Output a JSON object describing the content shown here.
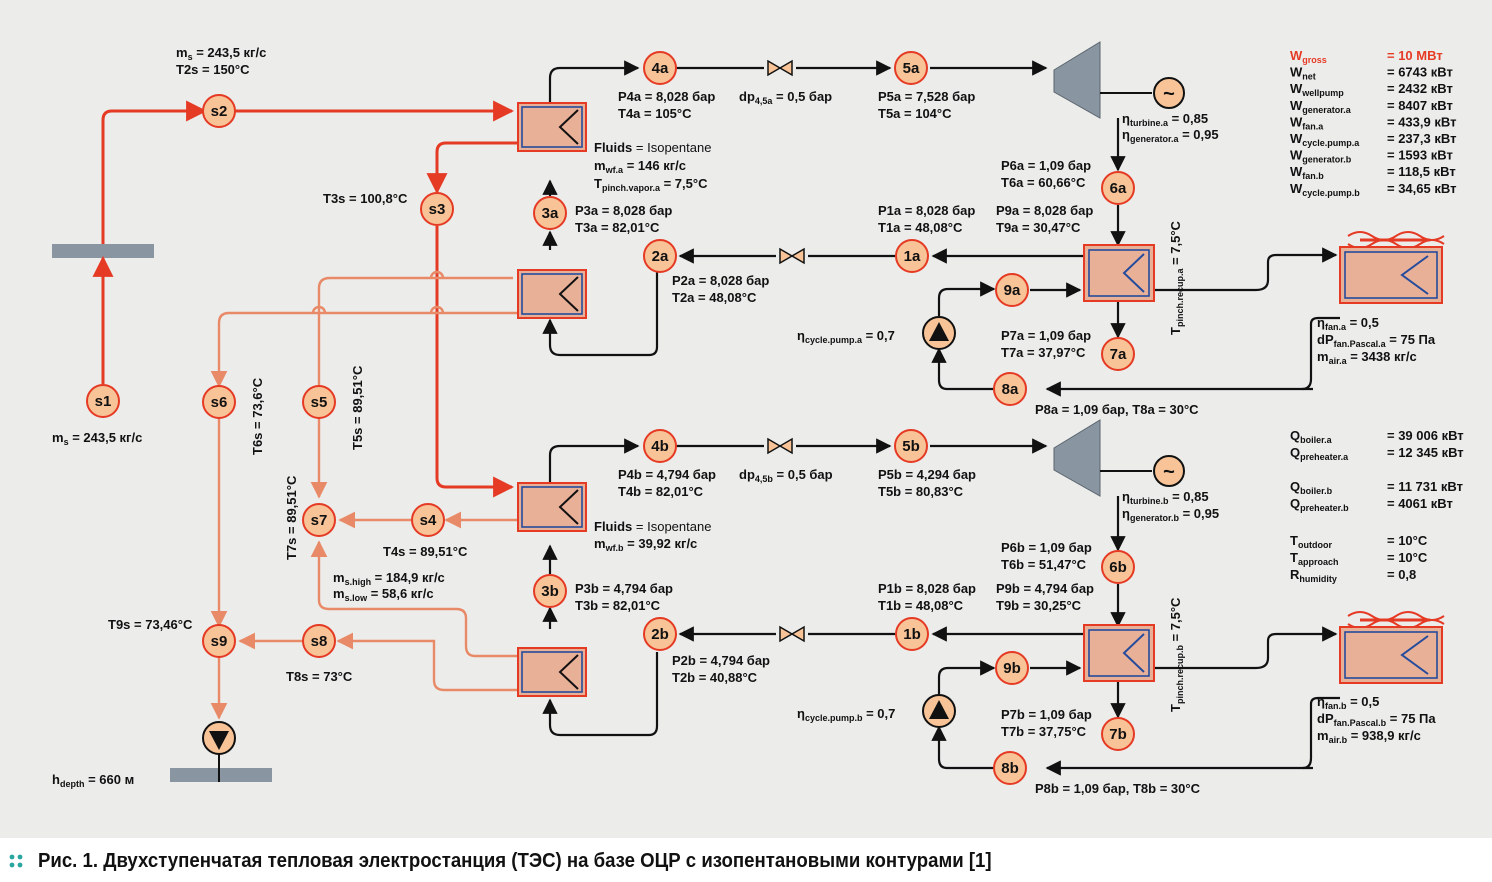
{
  "caption": "Рис. 1. Двухступенчатая тепловая электростанция (ТЭС) на базе ОЦР с изопентановыми контурами [1]",
  "colors": {
    "brine": "#e53a24",
    "brine_light": "#e88a67",
    "wf": "#111111",
    "hx_fill": "#e9b098",
    "hx_border": "#244b9c",
    "node_fill": "#f7c397",
    "node_border": "#e53a24",
    "panel": "#ececeb"
  },
  "nodes": {
    "s1": "s1",
    "s2": "s2",
    "s3": "s3",
    "s4": "s4",
    "s5": "s5",
    "s6": "s6",
    "s7": "s7",
    "s8": "s8",
    "s9": "s9",
    "a1": "1a",
    "a2": "2a",
    "a3": "3a",
    "a4": "4a",
    "a5": "5a",
    "a6": "6a",
    "a7": "7a",
    "a8": "8a",
    "a9": "9a",
    "b1": "1b",
    "b2": "2b",
    "b3": "3b",
    "b4": "4b",
    "b5": "5b",
    "b6": "6b",
    "b7": "7b",
    "b8": "8b",
    "b9": "9b"
  },
  "labels": {
    "ms2_l1": "m",
    "ms2_s": "s",
    "ms2_v": " = 243,5 кг/с",
    "t2s": "T2s = 150°C",
    "ms1_l1": "m",
    "ms1_s": "s",
    "ms1_v": " = 243,5 кг/с",
    "t3s": "T3s = 100,8°C",
    "t6s": "T6s = 73,6°C",
    "t5s": "T5s = 89,51°C",
    "t7s": "T7s = 89,51°C",
    "t4s": "T4s = 89,51°C",
    "mhigh_m": "m",
    "mhigh_s": "s.high",
    "mhigh_v": " = 184,9 кг/с",
    "mlow_m": "m",
    "mlow_s": "s.low",
    "mlow_v": " = 58,6 кг/с",
    "t9s": "T9s = 73,46°C",
    "t8s": "T8s = 73°C",
    "hdepth_h": "h",
    "hdepth_s": "depth",
    "hdepth_v": " = 660 м",
    "p4a": "P4a = 8,028 бар",
    "t4a": "T4a = 105°C",
    "dpa_d": "dp",
    "dpa_s": "4,5a",
    "dpa_v": " = 0,5 бар",
    "p5a": "P5a = 7,528 бар",
    "t5a": "T5a = 104°C",
    "fluids_a_b": "Fluids",
    "fluids_a_v": " = Isopentane",
    "mwfa_m": "m",
    "mwfa_s": "wf.a",
    "mwfa_v": " = 146 кг/с",
    "tpinch_t": "T",
    "tpinch_s": "pinch.vapor.a",
    "tpinch_v": " = 7,5°C",
    "p3a": "P3a = 8,028 бар",
    "t3a": "T3a = 82,01°C",
    "p2a": "P2a = 8,028 бар",
    "t2a": "T2a = 48,08°C",
    "p1a": "P1a = 8,028 бар",
    "t1a": "T1a = 48,08°C",
    "p9a": "P9a = 8,028 бар",
    "t9a": "T9a = 30,47°C",
    "p6a": "P6a = 1,09 бар",
    "t6a": "T6a = 60,66°C",
    "p7a": "P7a = 1,09 бар",
    "t7a": "T7a = 37,97°C",
    "p8a": "P8a = 1,09 бар, T8a = 30°C",
    "eta_ta_e": "η",
    "eta_ta_s": "turbine.a",
    "eta_ta_v": " = 0,85",
    "eta_ga_e": "η",
    "eta_ga_s": "generator.a",
    "eta_ga_v": " = 0,95",
    "eta_pa_e": "η",
    "eta_pa_s": "cycle.pump.a",
    "eta_pa_v": " = 0,7",
    "tpra_t": "T",
    "tpra_s": "pinch.recup.a",
    "tpra_v": " = 7,5°C",
    "efa_e": "η",
    "efa_s": "fan.a",
    "efa_v": " = 0,5",
    "dpfa_d": "dP",
    "dpfa_s": "fan.Pascal.a",
    "dpfa_v": " = 75 Па",
    "mairа_m": "m",
    "maira_s": "air.a",
    "maira_v": " = 3438 кг/с",
    "p4b": "P4b = 4,794 бар",
    "t4b": "T4b = 82,01°C",
    "dpb_d": "dp",
    "dpb_s": "4,5b",
    "dpb_v": " = 0,5 бар",
    "p5b": "P5b = 4,294 бар",
    "t5b": "T5b = 80,83°C",
    "fluids_b_b": "Fluids",
    "fluids_b_v": " = Isopentane",
    "mwfb_m": "m",
    "mwfb_s": "wf.b",
    "mwfb_v": " = 39,92 кг/с",
    "p3b": "P3b = 4,794 бар",
    "t3b": "T3b = 82,01°C",
    "p2b": "P2b = 4,794 бар",
    "t2b": "T2b = 40,88°C",
    "p1b": "P1b = 8,028 бар",
    "t1b": "T1b = 48,08°C",
    "p9b": "P9b = 4,794 бар",
    "t9b": "T9b = 30,25°C",
    "p6b": "P6b = 1,09 бар",
    "t6b": "T6b = 51,47°C",
    "p7b": "P7b = 1,09 бар",
    "t7b": "T7b = 37,75°C",
    "p8b": "P8b = 1,09 бар, T8b = 30°C",
    "eta_tb_e": "η",
    "eta_tb_s": "turbine.b",
    "eta_tb_v": " = 0,85",
    "eta_gb_e": "η",
    "eta_gb_s": "generator.b",
    "eta_gb_v": " = 0,95",
    "eta_pb_e": "η",
    "eta_pb_s": "cycle.pump.b",
    "eta_pb_v": " = 0,7",
    "tprb_t": "T",
    "tprb_s": "pinch.recup.b",
    "tprb_v": " = 7,5°C",
    "efb_e": "η",
    "efb_s": "fan.b",
    "efb_v": " = 0,5",
    "dpfb_d": "dP",
    "dpfb_s": "fan.Pascal.b",
    "dpfb_v": " = 75 Па",
    "mairb_m": "m",
    "mairb_s": "air.b",
    "mairb_v": " = 938,9 кг/с",
    "generator_symbol": "~"
  },
  "summary_power": [
    {
      "sym": "W",
      "sub": "gross",
      "val": "= 10 МВт"
    },
    {
      "sym": "W",
      "sub": "net",
      "val": "= 6743 кВт"
    },
    {
      "sym": "W",
      "sub": "wellpump",
      "val": "= 2432 кВт"
    },
    {
      "sym": "W",
      "sub": "generator.a",
      "val": "= 8407 кВт"
    },
    {
      "sym": "W",
      "sub": "fan.a",
      "val": "= 433,9 кВт"
    },
    {
      "sym": "W",
      "sub": "cycle.pump.a",
      "val": "= 237,3 кВт"
    },
    {
      "sym": "W",
      "sub": "generator.b",
      "val": "= 1593 кВт"
    },
    {
      "sym": "W",
      "sub": "fan.b",
      "val": "= 118,5 кВт"
    },
    {
      "sym": "W",
      "sub": "cycle.pump.b",
      "val": "= 34,65 кВт"
    }
  ],
  "summary_heat": [
    {
      "sym": "Q",
      "sub": "boiler.a",
      "val": "= 39 006 кВт"
    },
    {
      "sym": "Q",
      "sub": "preheater.a",
      "val": "= 12 345 кВт"
    },
    {
      "sym": "Q",
      "sub": "boiler.b",
      "val": "= 11 731 кВт"
    },
    {
      "sym": "Q",
      "sub": "preheater.b",
      "val": "= 4061 кВт"
    }
  ],
  "summary_ambient": [
    {
      "sym": "T",
      "sub": "outdoor",
      "val": "= 10°C"
    },
    {
      "sym": "T",
      "sub": "approach",
      "val": "= 10°C"
    },
    {
      "sym": "R",
      "sub": "humidity",
      "val": "= 0,8"
    }
  ]
}
